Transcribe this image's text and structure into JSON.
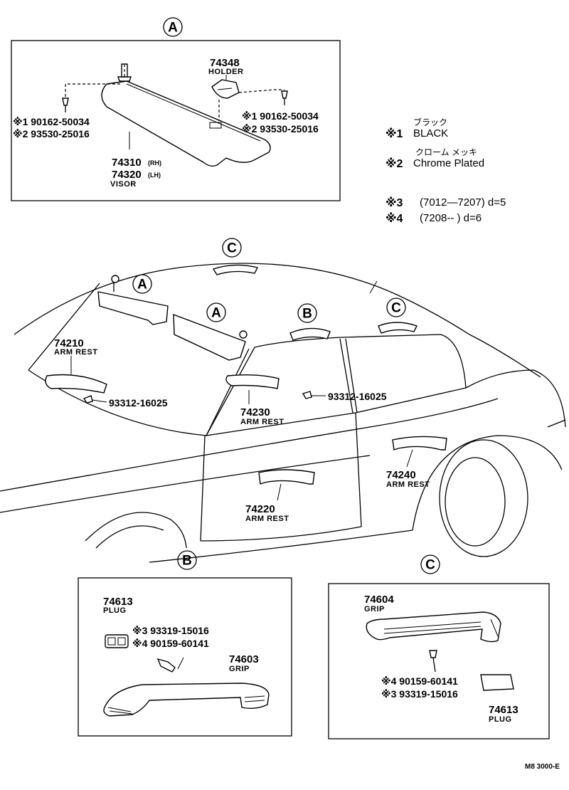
{
  "refs": {
    "a": "A",
    "b": "B",
    "c": "C"
  },
  "legend": {
    "m1_mark": "※1",
    "m1_kana": "ブラック",
    "m1_text": "BLACK",
    "m2_mark": "※2",
    "m2_kana": "クローム メッキ",
    "m2_text": "Chrome Plated",
    "m3_mark": "※3",
    "m3_text": "(7012—7207) d=5",
    "m4_mark": "※4",
    "m4_text": "(7208--        ) d=6"
  },
  "detail_a": {
    "holder_no": "74348",
    "holder_name": "HOLDER",
    "screw_left_1": "※1 90162-50034",
    "screw_left_2": "※2 93530-25016",
    "screw_right_1": "※1 90162-50034",
    "screw_right_2": "※2 93530-25016",
    "visor_rh_no": "74310",
    "visor_rh_tag": "(RH)",
    "visor_lh_no": "74320",
    "visor_lh_tag": "(LH)",
    "visor_name": "VISOR"
  },
  "main": {
    "ar1_no": "74210",
    "ar1_name": "ARM REST",
    "ar1_screw": "93312-16025",
    "ar2_no": "74230",
    "ar2_name": "ARM REST",
    "ar2_screw": "93312-16025",
    "ar3_no": "74220",
    "ar3_name": "ARM REST",
    "ar4_no": "74240",
    "ar4_name": "ARM REST"
  },
  "detail_b": {
    "plug_no": "74613",
    "plug_name": "PLUG",
    "screw1": "※3 93319-15016",
    "screw2": "※4 90159-60141",
    "grip_no": "74603",
    "grip_name": "GRIP"
  },
  "detail_c": {
    "grip_no": "74604",
    "grip_name": "GRIP",
    "screw1": "※4 90159-60141",
    "screw2": "※3 93319-15016",
    "plug_no": "74613",
    "plug_name": "PLUG"
  },
  "footer": {
    "code": "M8 3000-E"
  }
}
